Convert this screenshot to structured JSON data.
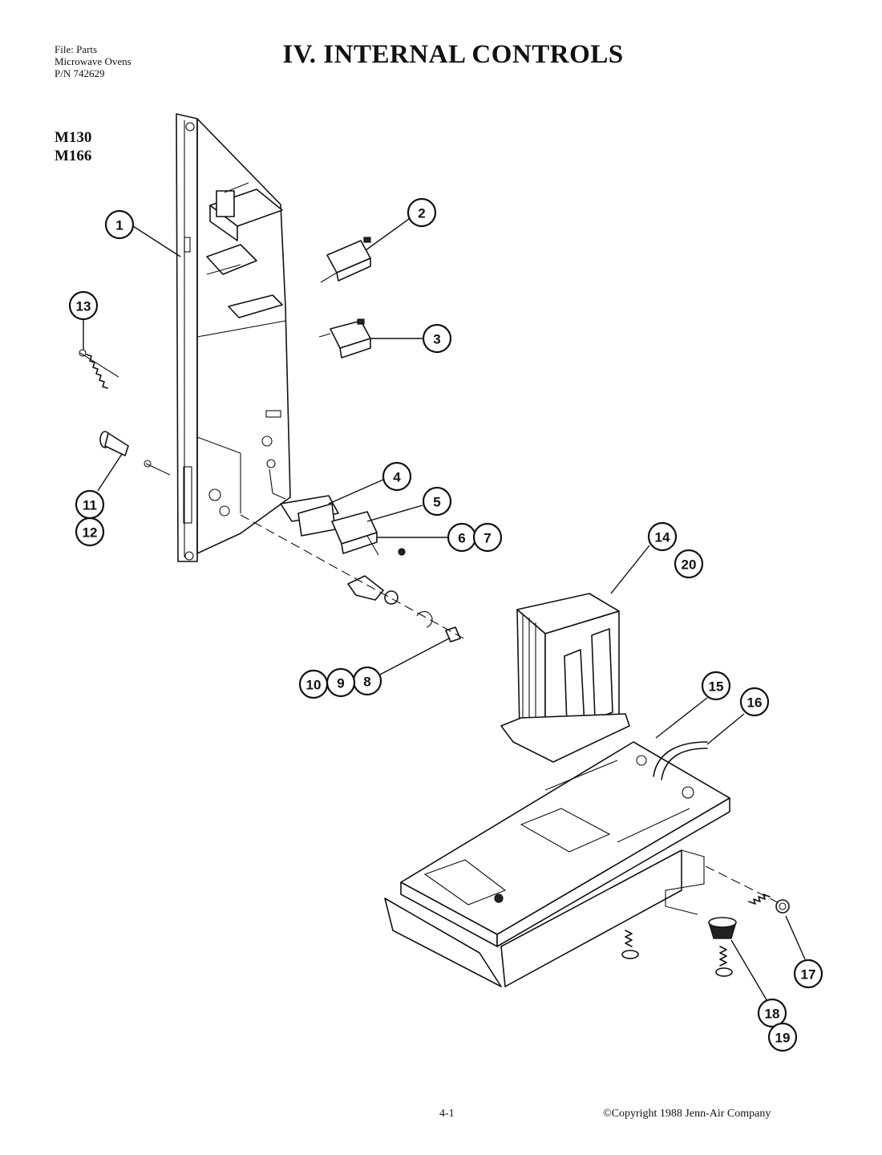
{
  "header": {
    "file_info": [
      "File: Parts",
      "Microwave Ovens",
      "P/N 742629"
    ],
    "title": "IV. INTERNAL CONTROLS"
  },
  "models": [
    "M130",
    "M166"
  ],
  "callouts": [
    "1",
    "2",
    "3",
    "4",
    "5",
    "6",
    "7",
    "8",
    "9",
    "10",
    "11",
    "12",
    "13",
    "14",
    "15",
    "16",
    "17",
    "18",
    "19",
    "20"
  ],
  "footer": {
    "page_number": "4-1",
    "copyright": "©Copyright 1988 Jenn-Air Company"
  }
}
